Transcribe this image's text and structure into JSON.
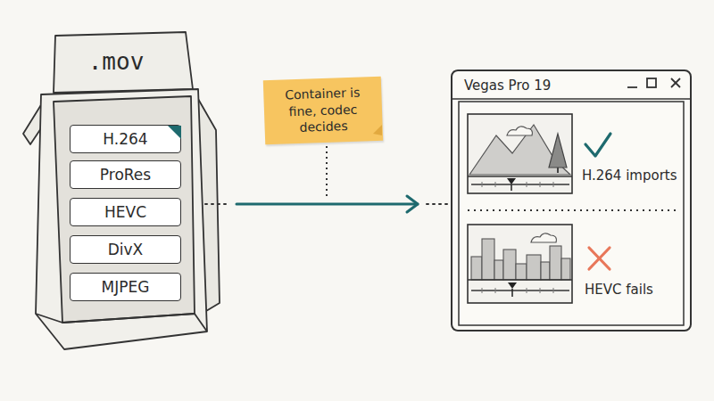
{
  "diagram": {
    "nodes": [
      {
        "text": [
          ".mov"
        ]
      },
      {
        "text": [
          "H.264"
        ],
        "in": 0
      },
      {
        "text": [
          "ProRes"
        ],
        "in": 0
      },
      {
        "text": [
          "HEVC"
        ],
        "in": 0
      },
      {
        "text": [
          "DivX"
        ],
        "in": 0
      },
      {
        "text": [
          "MJPEG"
        ],
        "in": 0
      },
      {
        "text": [
          "Container is fine, codec decides"
        ]
      },
      {
        "text": [
          "Vegas Pro 19",
          "H.264 imports",
          "HEVC fails"
        ]
      }
    ],
    "edges": [
      {
        "from": 0,
        "to": 7,
        "arrow": "to"
      }
    ]
  }
}
